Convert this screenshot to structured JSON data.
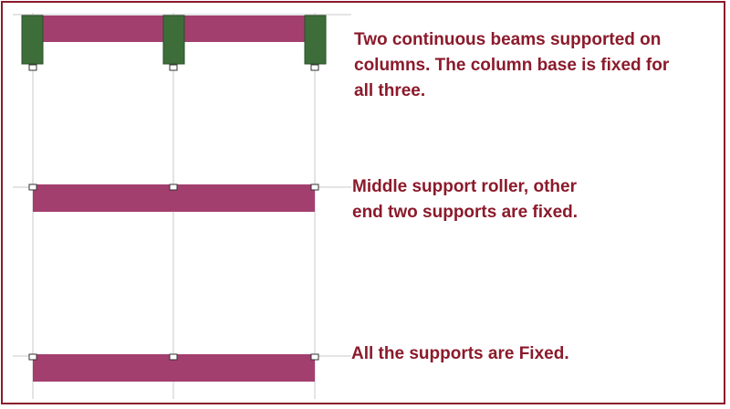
{
  "colors": {
    "frame": "#8b1a2b",
    "beam": "#a33f6e",
    "column": "#3d6e3a",
    "grid": "#c8c8c8",
    "text": "#8b1a2b"
  },
  "captions": {
    "case1": "Two continuous beams supported on\ncolumns. The column base is fixed for\nall three.",
    "case2": "Middle support roller, other\nend two supports are fixed.",
    "case3": "All the supports are Fixed."
  }
}
